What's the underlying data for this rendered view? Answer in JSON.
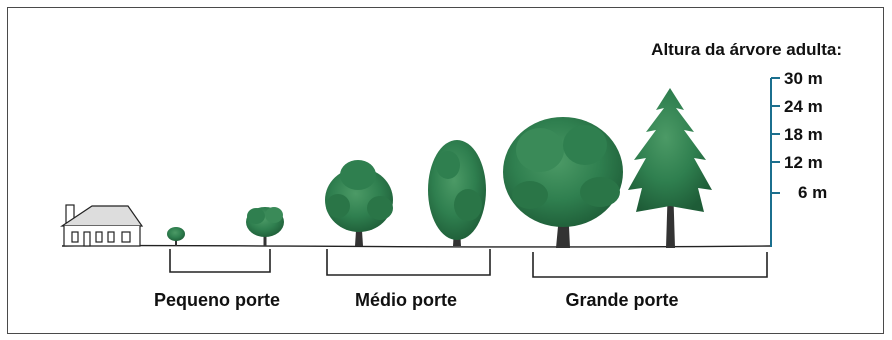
{
  "title": "Altura da árvore adulta:",
  "scale": {
    "ticks": [
      "30 m",
      "24 m",
      "18 m",
      "12 m",
      "6 m"
    ],
    "color": "#1b6f8e"
  },
  "groups": [
    {
      "label": "Pequeno porte"
    },
    {
      "label": "Médio porte"
    },
    {
      "label": "Grande porte"
    }
  ],
  "colors": {
    "foliage": "#2f7f4f",
    "foliage_dark": "#1e5c37",
    "line": "#222222"
  }
}
